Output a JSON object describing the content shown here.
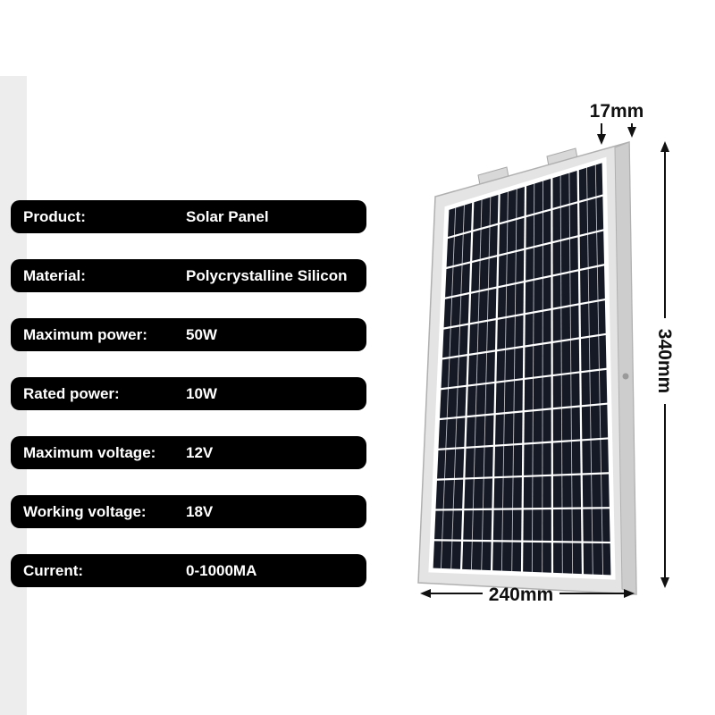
{
  "specs": [
    {
      "label": "Product:",
      "value": "Solar Panel"
    },
    {
      "label": "Material:",
      "value": "Polycrystalline Silicon"
    },
    {
      "label": "Maximum power:",
      "value": "50W"
    },
    {
      "label": "Rated power:",
      "value": "10W"
    },
    {
      "label": "Maximum voltage:",
      "value": "12V"
    },
    {
      "label": "Working voltage:",
      "value": "18V"
    },
    {
      "label": "Current:",
      "value": "0-1000MA"
    }
  ],
  "panel": {
    "dimensions": {
      "thickness_label": "17mm",
      "height_label": "340mm",
      "width_label": "240mm"
    },
    "colors": {
      "cell_dark": "#141925",
      "frame_light": "#e4e4e4",
      "frame_side": "#cdcdcd",
      "grid_line": "#ffffff",
      "pill_bg": "#000000",
      "pill_text": "#ffffff"
    }
  }
}
